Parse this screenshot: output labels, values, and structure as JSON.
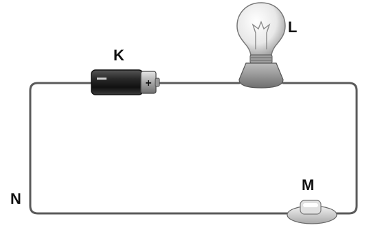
{
  "labels": {
    "battery": "K",
    "bulb": "L",
    "wire_point": "N",
    "switch": "M"
  },
  "battery_terminal_sign": "+",
  "colors": {
    "wire": "#5a5a5a",
    "battery_body": "#1e1e1e",
    "battery_cap": "#b8b8b8",
    "bulb_base": "#8c8c8c"
  }
}
